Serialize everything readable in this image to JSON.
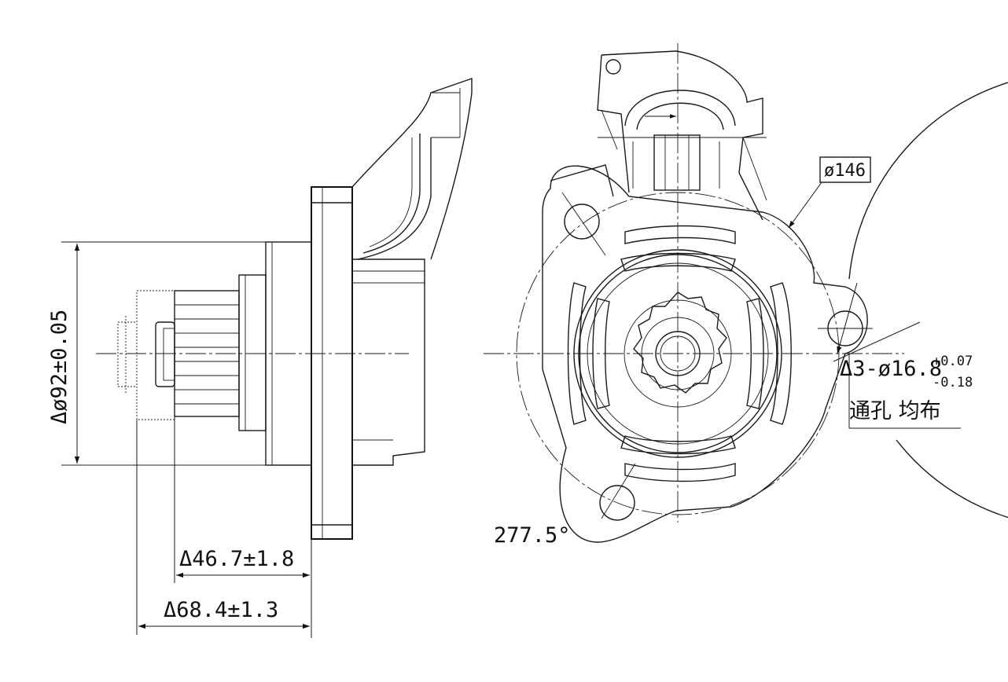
{
  "drawing": {
    "dimensions": {
      "bore_diameter": "Δø92±0.05",
      "pinion_offset": "Δ46.7±1.8",
      "overall_offset": "Δ68.4±1.3",
      "pitch_circle": "ø146",
      "hole_spec_main": "Δ3-ø16.8",
      "hole_tol_upper": "+0.07",
      "hole_tol_lower": "-0.18",
      "hole_note": "通孔 均布",
      "angle": "277.5°"
    }
  }
}
